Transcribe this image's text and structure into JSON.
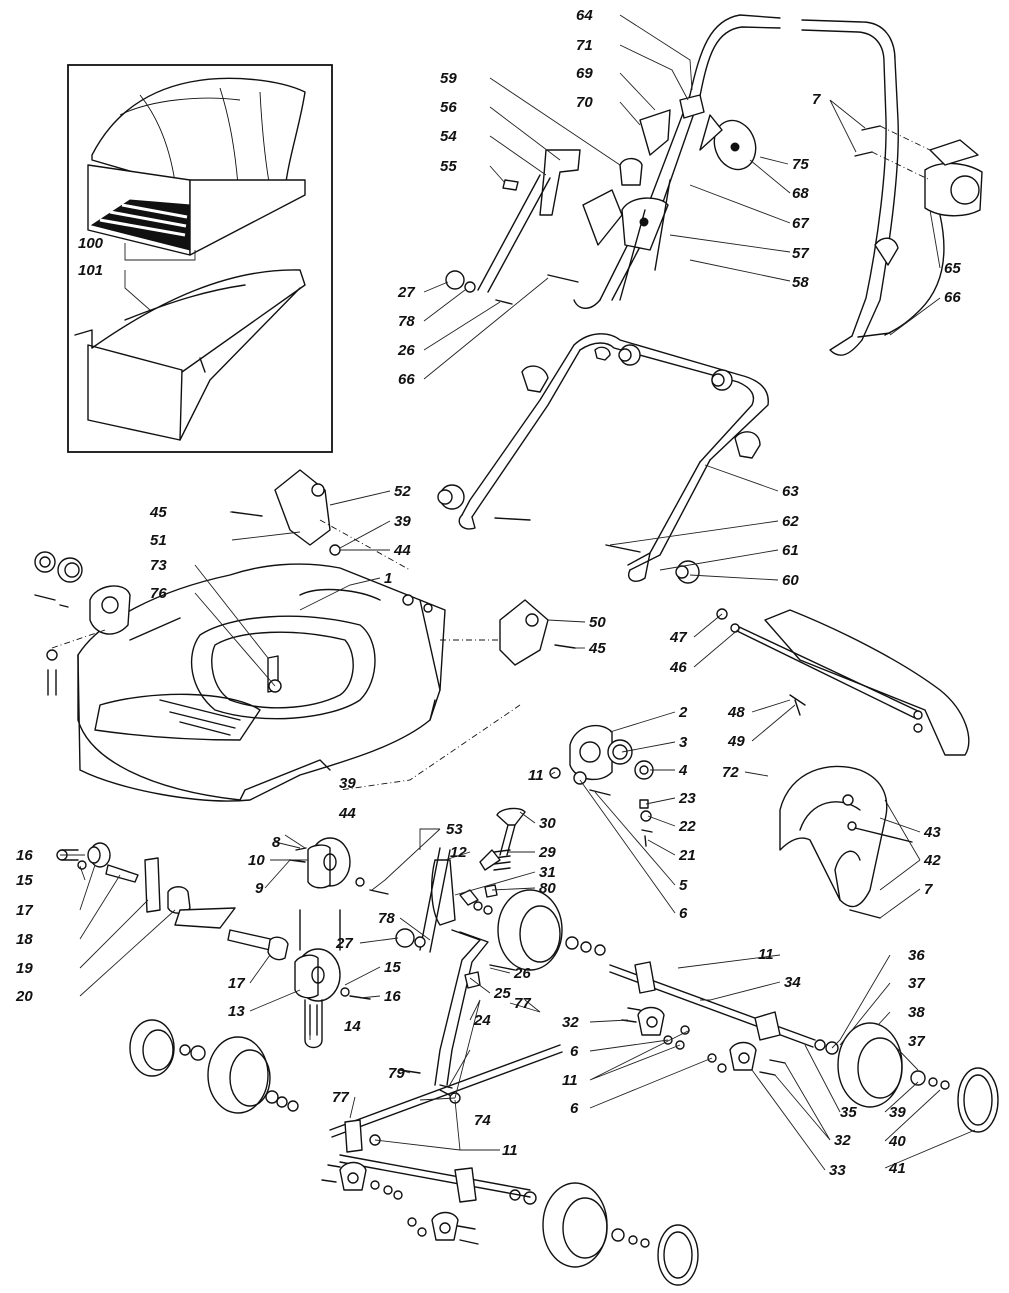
{
  "labels": {
    "p1": "1",
    "p2": "2",
    "p3": "3",
    "p4": "4",
    "p5": "5",
    "p6a": "6",
    "p6b": "6",
    "p6c": "6",
    "p7a": "7",
    "p7b": "7",
    "p8": "8",
    "p9": "9",
    "p10": "10",
    "p11a": "11",
    "p11b": "11",
    "p11c": "11",
    "p11d": "11",
    "p12": "12",
    "p13": "13",
    "p14": "14",
    "p15a": "15",
    "p15b": "15",
    "p16a": "16",
    "p16b": "16",
    "p17a": "17",
    "p17b": "17",
    "p18": "18",
    "p19": "19",
    "p20": "20",
    "p21": "21",
    "p22": "22",
    "p23": "23",
    "p24": "24",
    "p25": "25",
    "p26a": "26",
    "p26b": "26",
    "p27a": "27",
    "p27b": "27",
    "p29": "29",
    "p30": "30",
    "p31": "31",
    "p32a": "32",
    "p32b": "32",
    "p33": "33",
    "p34": "34",
    "p35": "35",
    "p36": "36",
    "p37a": "37",
    "p37b": "37",
    "p38": "38",
    "p39a": "39",
    "p39b": "39",
    "p39c": "39",
    "p40": "40",
    "p41": "41",
    "p42": "42",
    "p43": "43",
    "p44a": "44",
    "p44b": "44",
    "p45a": "45",
    "p45b": "45",
    "p46": "46",
    "p47": "47",
    "p48": "48",
    "p49": "49",
    "p50": "50",
    "p51": "51",
    "p52": "52",
    "p53": "53",
    "p54": "54",
    "p55": "55",
    "p56": "56",
    "p57": "57",
    "p58": "58",
    "p59": "59",
    "p60": "60",
    "p61": "61",
    "p62": "62",
    "p63": "63",
    "p64": "64",
    "p65": "65",
    "p66a": "66",
    "p66b": "66",
    "p67": "67",
    "p68": "68",
    "p69": "69",
    "p70": "70",
    "p71": "71",
    "p72": "72",
    "p73": "73",
    "p74": "74",
    "p75": "75",
    "p76": "76",
    "p77a": "77",
    "p77b": "77",
    "p78a": "78",
    "p78b": "78",
    "p79": "79",
    "p80": "80",
    "p100": "100",
    "p101": "101"
  }
}
